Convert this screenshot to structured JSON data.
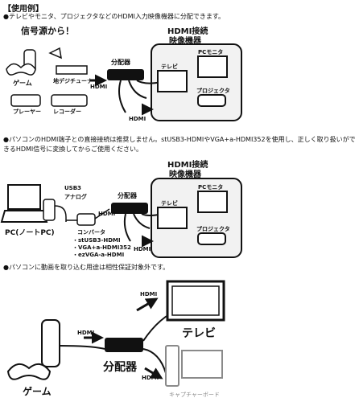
{
  "heading": "【使用例】",
  "notes": {
    "n1": "●テレビやモニタ、プロジェクタなどのHDMI入力映像機器に分配できます。",
    "n2": "●パソコンのHDMI端子との直接接続は推奨しません。stUSB3-HDMIやVGA+a-HDMI352を使用し、正しく取り扱いができるHDMI信号に変換してからご使用ください。",
    "n3": "●パソコンに動画を取り込む用途は相性保証対象外です。"
  },
  "section1": {
    "source_title": "信号源から！",
    "hdmi_output_title_1": "HDMI接続",
    "hdmi_output_title_2": "映像機器",
    "game": "ゲーム",
    "tuner": "地デジチューナー",
    "player": "プレーヤー",
    "recorder": "レコーダー",
    "splitter": "分配器",
    "hdmi_a": "HDMI",
    "hdmi_b": "HDMI",
    "tv": "テレビ",
    "pc_monitor": "PCモニタ",
    "projector": "プロジェクタ"
  },
  "section2": {
    "usb_label_1": "USB3",
    "usb_label_2": "アナログ",
    "splitter": "分配器",
    "hdmi_output_title_1": "HDMI接続",
    "hdmi_output_title_2": "映像機器",
    "pc": "PC(ノートPC)",
    "converter": "コンバータ",
    "conv1": "・stUSB3-HDMI",
    "conv2": "・VGA+a-HDMI352",
    "conv3": "・ezVGA-a-HDMI",
    "hdmi_a": "HDMI",
    "hdmi_b": "HDMI",
    "tv": "テレビ",
    "pc_monitor": "PCモニタ",
    "projector": "プロジェクタ"
  },
  "section3": {
    "hdmi_a": "HDMI",
    "hdmi_b": "HDMI",
    "hdmi_c": "HDMI",
    "tv": "テレビ",
    "game": "ゲーム",
    "splitter": "分配器",
    "capture": "キャプチャーボード"
  },
  "colors": {
    "ink": "#111111",
    "paper": "#ffffff",
    "panel": "#f2f2f2",
    "gray": "#8a8a8a"
  }
}
